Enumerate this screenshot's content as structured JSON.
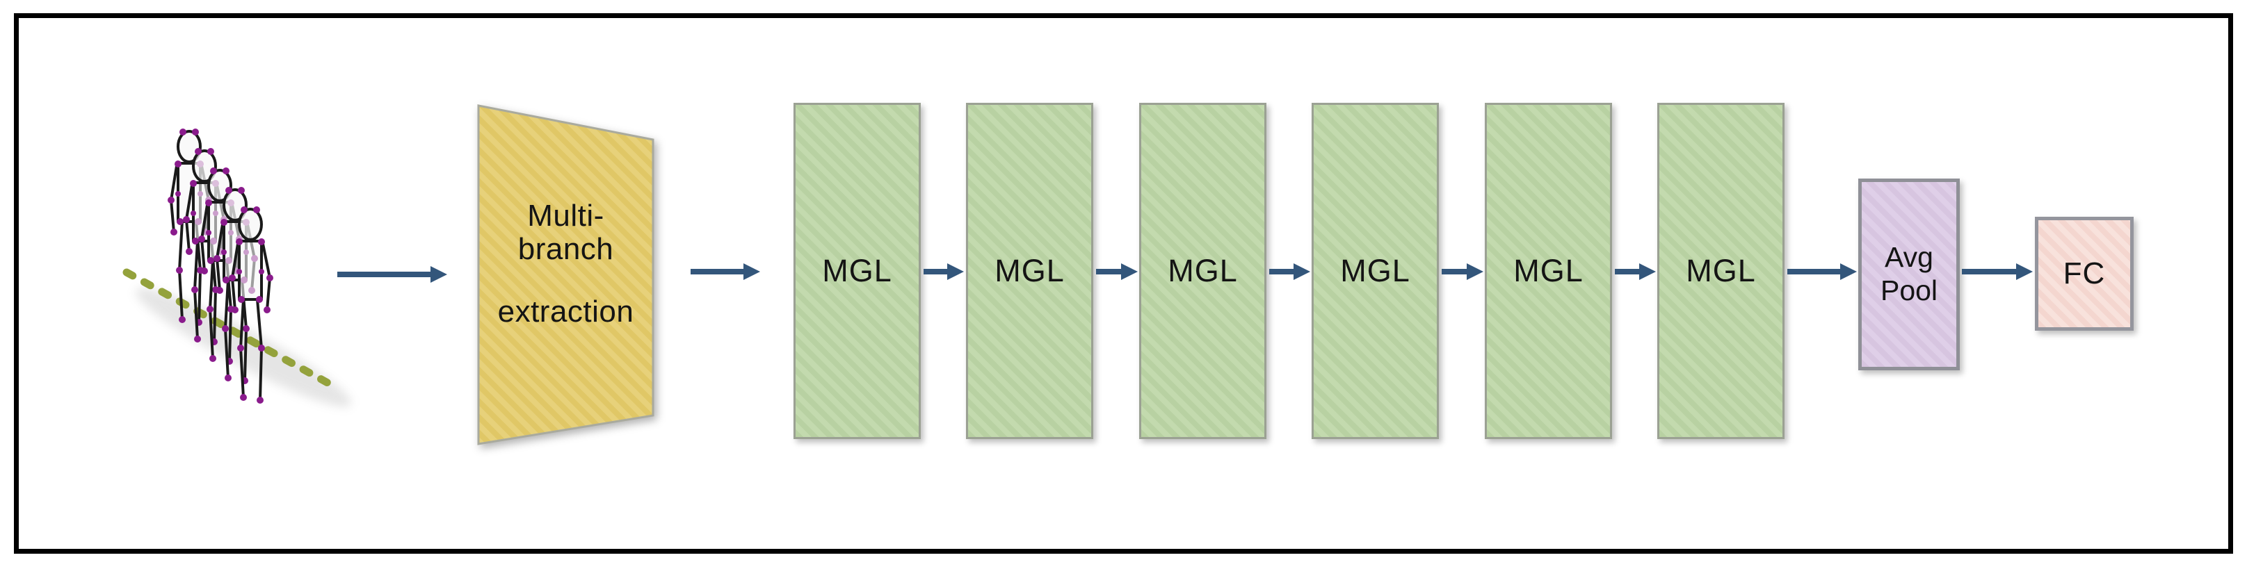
{
  "diagram": {
    "type": "neural-network-architecture-flow",
    "frame": {
      "border_color": "#000000",
      "background": "#ffffff"
    },
    "input": {
      "icon": "skeleton-sequence-icon",
      "figure_count": 5,
      "ground_icon": "dashed-ground-line-icon",
      "joint_color": "#8a1b8c",
      "bone_color": "#1a1a1a",
      "ground_line_color": "#94a23c"
    },
    "extractor": {
      "label_line1": "Multi-",
      "label_line2": "branch",
      "label_line3": "extraction",
      "fill": "#e0c766",
      "stripe": "#e7d17a",
      "border": "#a9aa9e",
      "shape": "perspective-trapezoid"
    },
    "mgl_blocks": [
      {
        "label": "MGL"
      },
      {
        "label": "MGL"
      },
      {
        "label": "MGL"
      },
      {
        "label": "MGL"
      },
      {
        "label": "MGL"
      },
      {
        "label": "MGL"
      }
    ],
    "mgl_style": {
      "fill": "#b8d1a2",
      "stripe": "#c3daae",
      "border": "#9ba193"
    },
    "avg_pool": {
      "label_line1": "Avg",
      "label_line2": "Pool",
      "fill": "#d7c5e0",
      "stripe": "#dfcfe8",
      "border": "#8f9097"
    },
    "fc": {
      "label": "FC",
      "fill": "#f4d6cf",
      "stripe": "#f8e2dc",
      "border": "#94959d"
    },
    "arrows": {
      "icon": "right-arrow-icon",
      "color": "#33567B",
      "count": 9,
      "direction": "left-to-right"
    }
  }
}
